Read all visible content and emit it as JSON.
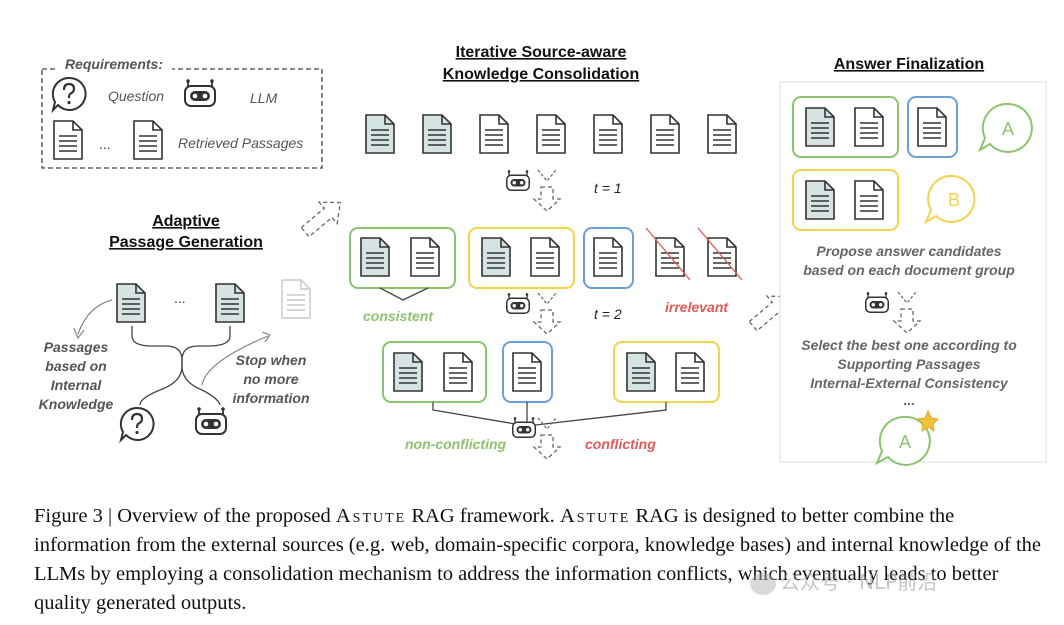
{
  "figure": {
    "requirements": {
      "title": "Requirements:",
      "question": "Question",
      "llm": "LLM",
      "ellipsis": "...",
      "retrieved": "Retrieved Passages"
    },
    "adaptive": {
      "title_line1": "Adaptive",
      "title_line2": "Passage Generation",
      "ellipsis": "...",
      "left_note": [
        "Passages",
        "based on",
        "Internal",
        "Knowledge"
      ],
      "right_note": [
        "Stop when",
        "no more",
        "information"
      ]
    },
    "iterative": {
      "title_line1": "Iterative Source-aware",
      "title_line2": "Knowledge Consolidation",
      "t1": "t = 1",
      "t2": "t = 2",
      "consistent": "consistent",
      "irrelevant": "irrelevant",
      "non_conflicting": "non-conflicting",
      "conflicting": "conflicting"
    },
    "final": {
      "title": "Answer Finalization",
      "answer_a": "A",
      "answer_b": "B",
      "propose_line1": "Propose answer candidates",
      "propose_line2": "based on each document group",
      "select_line1": "Select the best one according to",
      "select_line2": "Supporting Passages",
      "select_line3": "Internal-External Consistency",
      "ellipsis": "...",
      "final_answer": "A"
    },
    "colors": {
      "green": "#8cc46e",
      "yellow": "#f0d44a",
      "blue": "#6a9fd8",
      "red": "#e05a5a",
      "gray": "#555555",
      "doc_teal": "#d5e3e3"
    }
  },
  "caption": {
    "prefix": "Figure 3 | Overview of the proposed ",
    "name1": "Astute",
    "mid1": " RAG framework. ",
    "name2": "Astute",
    "rest": " RAG is designed to better combine the information from the external sources (e.g. web, domain-specific corpora, knowledge bases) and internal knowledge of the LLMs by employing a consolidation mechanism to address the information conflicts, which eventually leads to better quality generated outputs."
  },
  "watermark": "公众号 · NLP前沿"
}
